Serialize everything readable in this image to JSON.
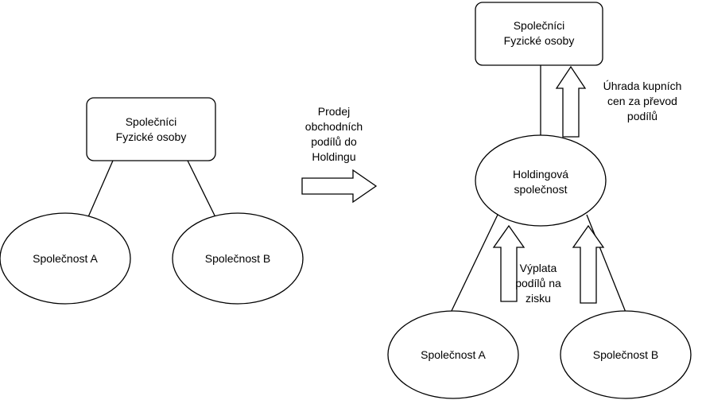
{
  "left": {
    "partners": {
      "line1": "Společníci",
      "line2": "Fyzické osoby"
    },
    "company_a": "Společnost A",
    "company_b": "Společnost B"
  },
  "transfer": {
    "lines": [
      "Prodej",
      "obchodních",
      "podílů do",
      "Holdingu"
    ]
  },
  "right": {
    "partners": {
      "line1": "Společníci",
      "line2": "Fyzické osoby"
    },
    "holding": {
      "line1": "Holdingová",
      "line2": "společnost"
    },
    "payment": {
      "lines": [
        "Úhrada kupních",
        "cen za převod",
        "podílů"
      ]
    },
    "dividends": {
      "lines": [
        "Výplata",
        "podílů na",
        "zisku"
      ]
    },
    "company_a": "Společnost A",
    "company_b": "Společnost B"
  },
  "colors": {
    "stroke": "#000000",
    "fill": "#ffffff",
    "text": "#000000"
  }
}
